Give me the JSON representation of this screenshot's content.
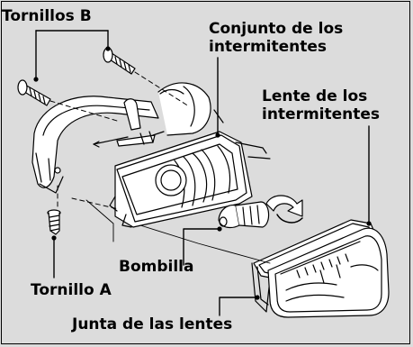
{
  "labels": {
    "tornillos_b": "Tornillos B",
    "conjunto_line1": "Conjunto de los",
    "conjunto_line2": "intermitentes",
    "lente_line1": "Lente de los",
    "lente_line2": "intermitentes",
    "bombilla": "Bombilla",
    "tornillo_a": "Tornillo A",
    "junta": "Junta de las lentes"
  },
  "colors": {
    "background": "#dcdcdc",
    "ink": "#000000",
    "part_fill": "#ffffff"
  }
}
